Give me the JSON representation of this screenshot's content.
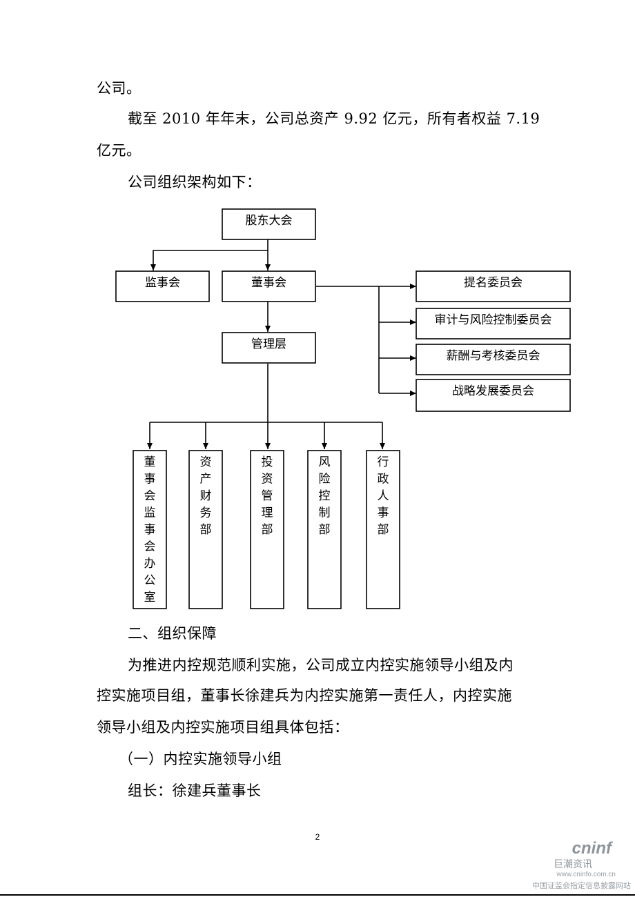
{
  "paragraphs": {
    "p1": "公司。",
    "p2a": "截至 2010 年年末，公司总资产 9.92 亿元，所有者权益 7.19",
    "p2b": "亿元。",
    "p3": "公司组织架构如下：",
    "h2": "二、组织保障",
    "p4a": "为推进内控规范顺利实施，公司成立内控实施领导小组及内",
    "p4b": "控实施项目组，董事长徐建兵为内控实施第一责任人，内控实施",
    "p4c": "领导小组及内控实施项目组具体包括：",
    "p5": "（一）内控实施领导小组",
    "p6": "组长：徐建兵董事长"
  },
  "org_chart": {
    "top": "股东大会",
    "supervisory": "监事会",
    "board": "董事会",
    "management": "管理层",
    "committees": [
      "提名委员会",
      "审计与风险控制委员会",
      "薪酬与考核委员会",
      "战略发展委员会"
    ],
    "departments": [
      "董事会监事会办公室",
      "资产财务部",
      "投资管理部",
      "风险控制部",
      "行政人事部"
    ]
  },
  "page_number": "2",
  "watermark": {
    "logo": "cninf",
    "cn_name": "巨潮资讯",
    "url": "www.cninfo.com.cn",
    "note": "中国证监会指定信息披露网站"
  }
}
